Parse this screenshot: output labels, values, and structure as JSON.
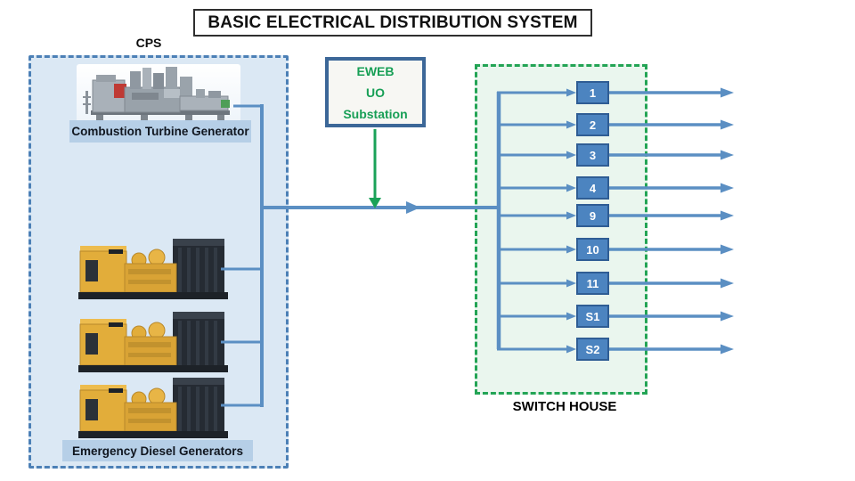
{
  "title": "BASIC ELECTRICAL DISTRIBUTION SYSTEM",
  "cps": {
    "label": "CPS",
    "turbine_caption": "Combustion Turbine Generator",
    "diesel_caption": "Emergency Diesel Generators"
  },
  "substation": {
    "line1": "EWEB",
    "line2": "UO",
    "line3": "Substation"
  },
  "switch_house": {
    "label": "SWITCH HOUSE",
    "buses": [
      {
        "label": "1"
      },
      {
        "label": "2"
      },
      {
        "label": "3"
      },
      {
        "label": "4"
      },
      {
        "label": "9"
      },
      {
        "label": "10"
      },
      {
        "label": "11"
      },
      {
        "label": "S1"
      },
      {
        "label": "S2"
      }
    ]
  },
  "colors": {
    "line_blue": "#5b8fc3",
    "green_line": "#1aa258",
    "bus_box_fill": "#4c84c0",
    "bus_box_border": "#2f5d94",
    "cps_fill": "#dbe8f4",
    "cps_border": "#4c80b6",
    "switch_fill": "#eaf6ee",
    "switch_border": "#23a455",
    "substation_border": "#3c6798",
    "substation_text": "#189f56",
    "caption_fill": "#b6cfe7"
  }
}
